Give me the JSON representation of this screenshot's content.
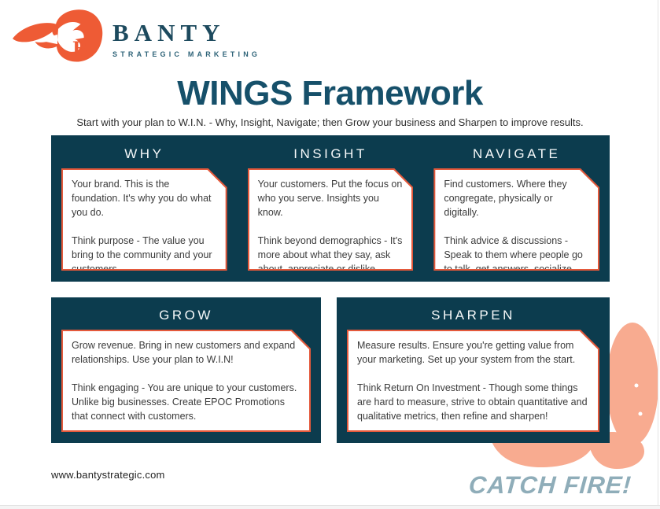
{
  "brand": {
    "name": "BANTY",
    "tagline": "STRATEGIC MARKETING",
    "logo_icon": "rooster-flame-icon"
  },
  "header": {
    "title": "WINGS Framework",
    "subtitle": "Start with your plan to W.I.N. - Why, Insight, Navigate; then Grow your business and Sharpen to improve results."
  },
  "framework": {
    "top_cards": [
      {
        "heading": "WHY",
        "p1": "Your brand. This is the foundation. It's why you do what you do.",
        "p2": "Think purpose - The value you bring to the community and your customers."
      },
      {
        "heading": "INSIGHT",
        "p1": "Your customers. Put the focus on who you serve. Insights you know.",
        "p2": "Think beyond demographics - It's more about what they say, ask about,  appreciate or dislike."
      },
      {
        "heading": "NAVIGATE",
        "p1": "Find customers. Where they congregate, physically or digitally.",
        "p2": "Think advice & discussions - Speak to them where people go to talk, get answers, socialize."
      }
    ],
    "bottom_cards": [
      {
        "heading": "GROW",
        "p1": "Grow revenue. Bring in new customers and expand relationships. Use your plan to W.I.N!",
        "p2": "Think engaging - You are unique to your customers. Unlike big businesses. Create EPOC Promotions that connect with customers."
      },
      {
        "heading": "SHARPEN",
        "p1": "Measure results. Ensure you're getting value from your marketing. Set up your system from the start.",
        "p2": "Think Return On Investment - Though some things are hard to measure, strive to obtain quantitative and qualitative metrics, then refine and sharpen!"
      }
    ]
  },
  "footer": {
    "website": "www.bantystrategic.com",
    "slogan": "CATCH FIRE!"
  },
  "colors": {
    "teal_panel": "#0c3c4e",
    "title_teal": "#16506a",
    "accent_orange": "#e4593b",
    "logo_orange": "#ee5b35",
    "salmon": "#f8ab90",
    "slogan_blue": "#8fadb9"
  }
}
